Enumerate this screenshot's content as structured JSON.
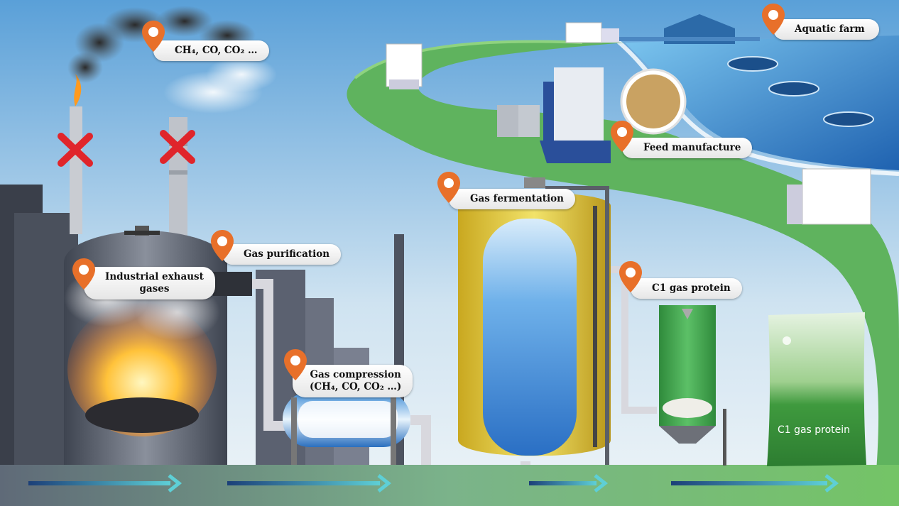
{
  "labels": {
    "exhaust_gases": "CH₄, CO, CO₂ …",
    "industrial_exhaust_line1": "Industrial exhaust",
    "industrial_exhaust_line2": "gases",
    "gas_purification": "Gas purification",
    "gas_compression_line1": "Gas compression",
    "gas_compression_line2": "(CH₄, CO, CO₂ …)",
    "gas_fermentation": "Gas fermentation",
    "c1_gas_protein": "C1 gas protein",
    "feed_manufacture": "Feed manufacture",
    "aquatic_farm": "Aquatic farm",
    "product_bag": "C1 gas protein"
  },
  "colors": {
    "pin_orange": "#e8702a",
    "road_green": "#5fb35e",
    "water_blue": "#2a7fc8",
    "fermenter_yellow": "#e8cf3a",
    "bag_green": "#3f9a3e",
    "stop_red": "#e0252b",
    "flow_arrow": "#5ecfd6"
  },
  "icons": [
    "location-pin-icon",
    "cross-icon",
    "arrow-right-icon",
    "truck-icon",
    "fish-cage-icon",
    "silo-icon"
  ]
}
